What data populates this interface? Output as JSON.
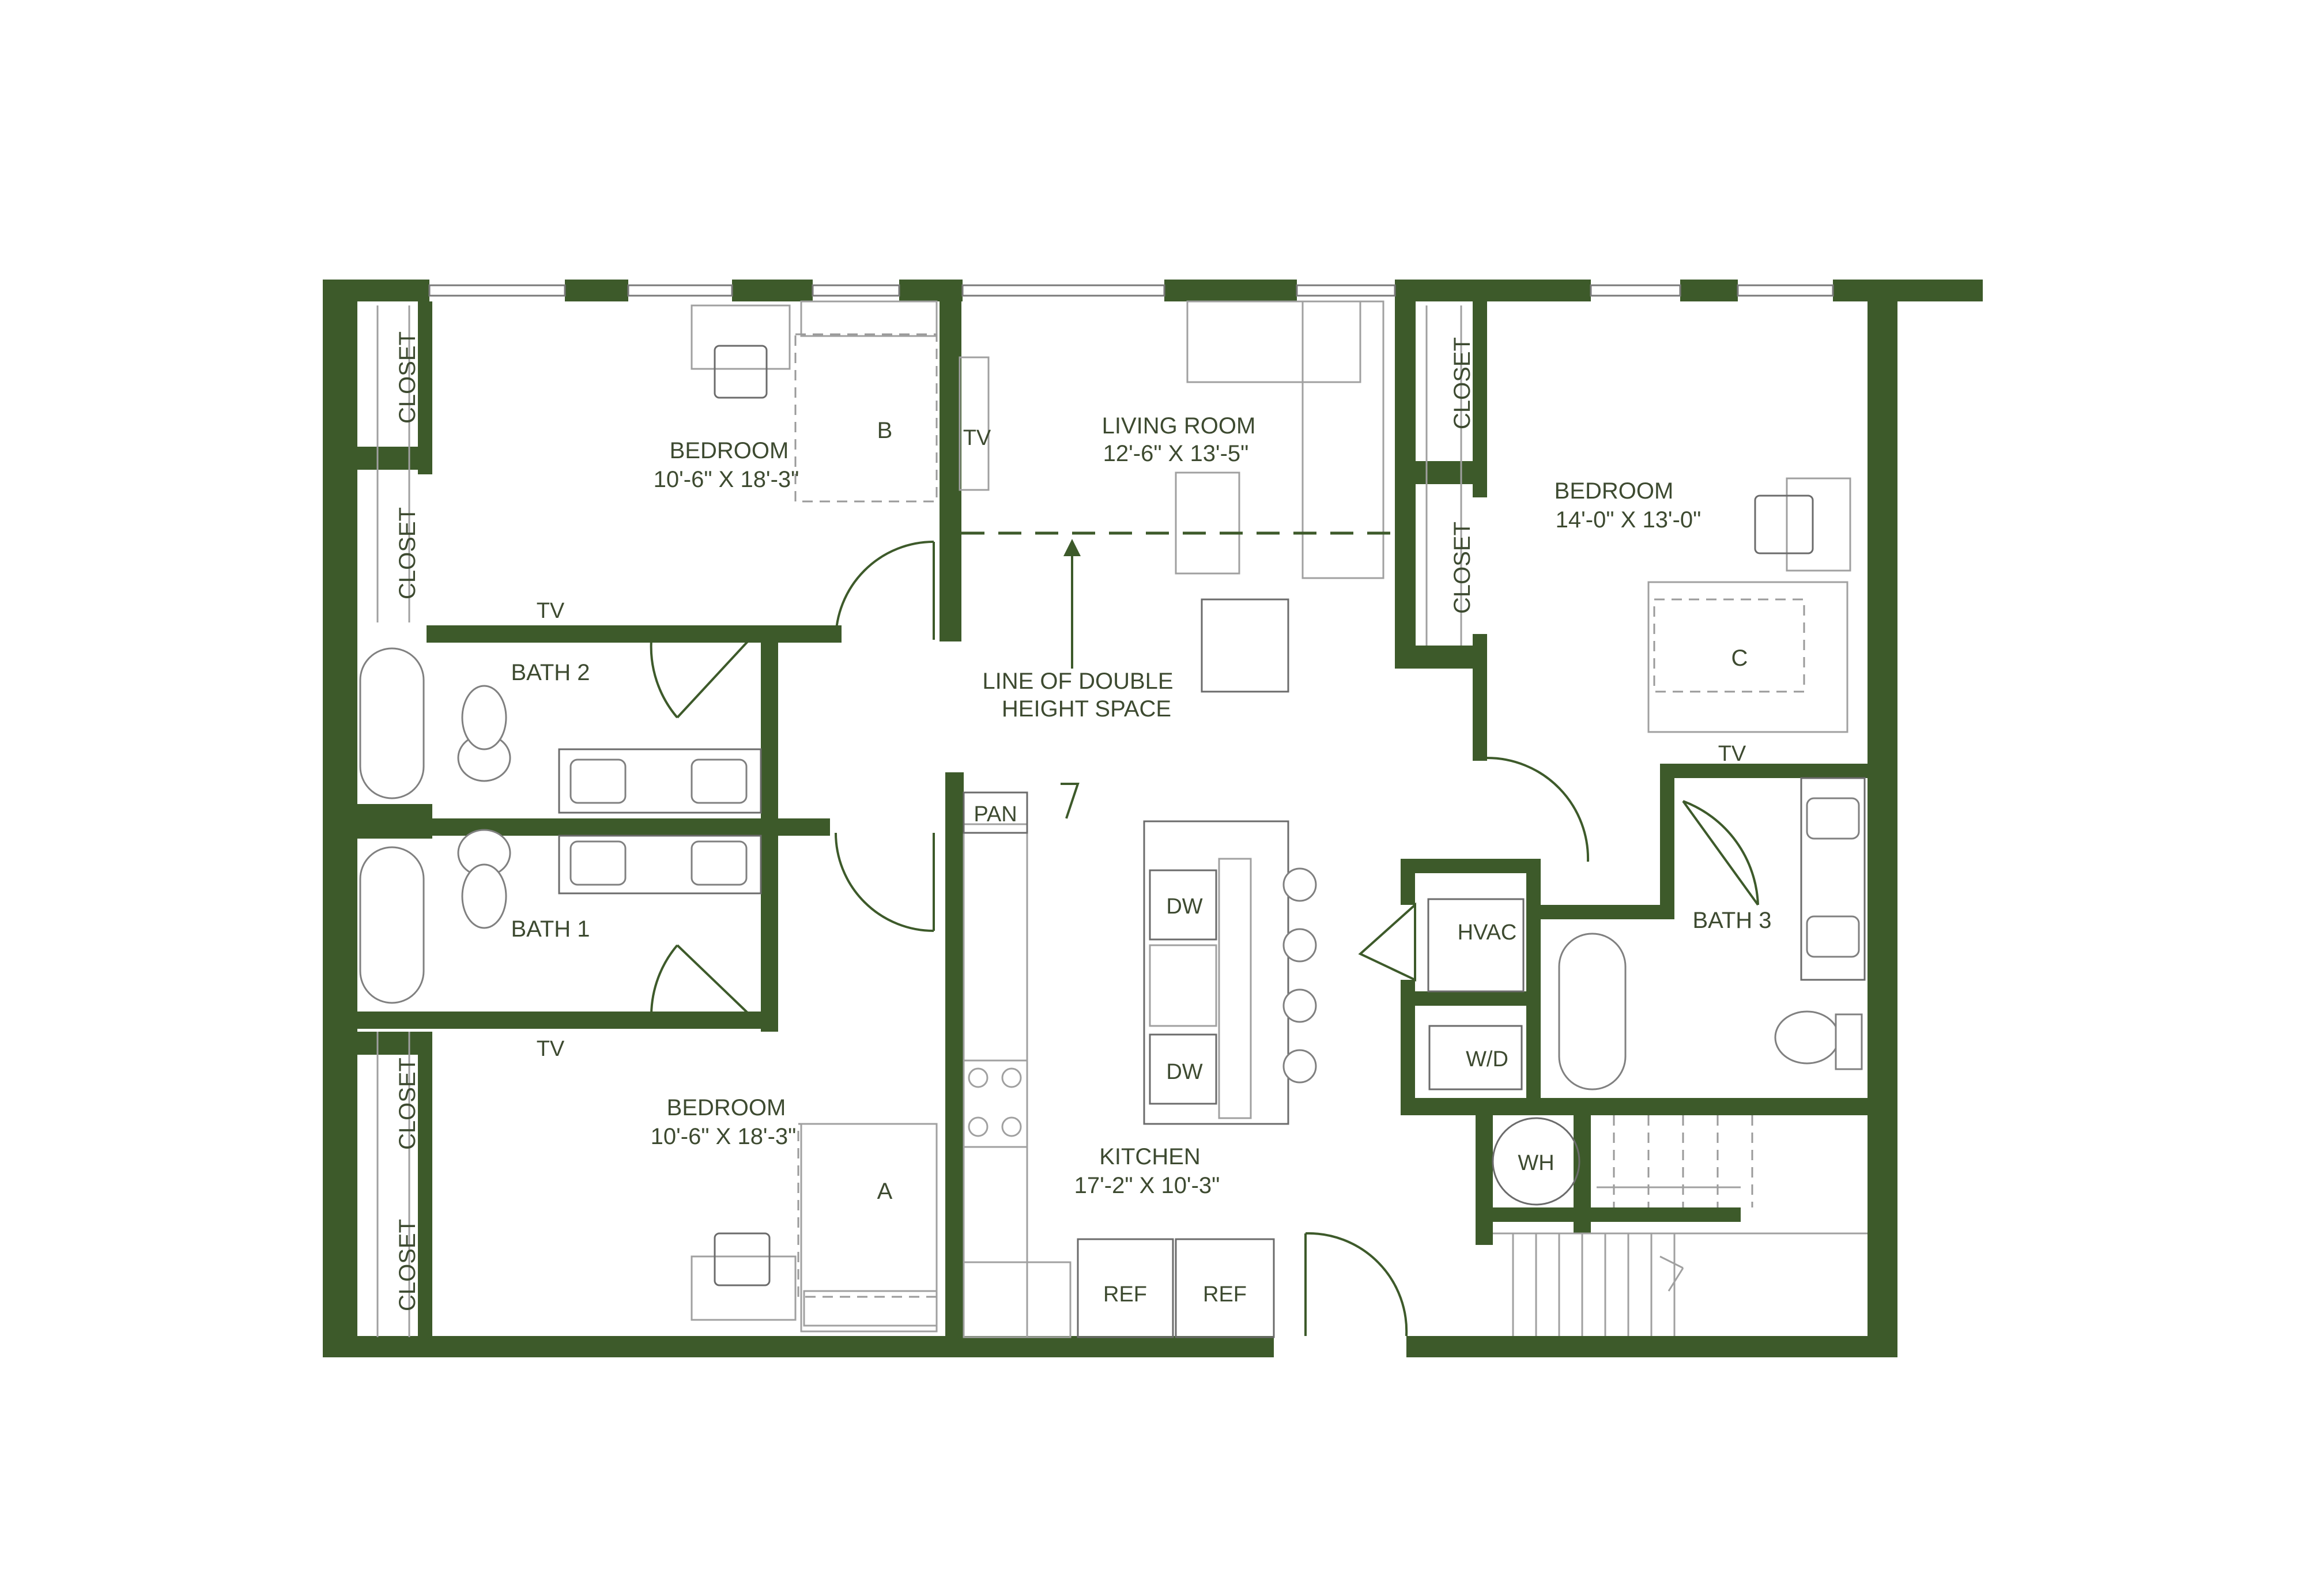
{
  "colors": {
    "wall": "#3d5a2a",
    "label": "#3d4a30"
  },
  "rooms": {
    "bedroom_b": {
      "name": "BEDROOM",
      "dims": "10'-6\" X 18'-3\"",
      "letter": "B"
    },
    "living": {
      "name": "LIVING ROOM",
      "dims": "12'-6\" X  13'-5\""
    },
    "bedroom_c": {
      "name": "BEDROOM",
      "dims": "14'-0\" X 13'-0\"",
      "letter": "C"
    },
    "bath_2": {
      "name": "BATH 2"
    },
    "bath_1": {
      "name": "BATH 1"
    },
    "bath_3": {
      "name": "BATH 3"
    },
    "bedroom_a": {
      "name": "BEDROOM",
      "dims": "10'-6\" X  18'-3\"",
      "letter": "A"
    },
    "kitchen": {
      "name": "KITCHEN",
      "dims": "17'-2\" X  10'-3\""
    }
  },
  "annotation": {
    "line1": "LINE OF DOUBLE",
    "line2": "HEIGHT SPACE"
  },
  "labels": {
    "closet": "CLOSET",
    "tv": "TV",
    "pan": "PAN",
    "dw": "DW",
    "hvac": "HVAC",
    "wd": "W/D",
    "wh": "WH",
    "ref": "REF"
  }
}
